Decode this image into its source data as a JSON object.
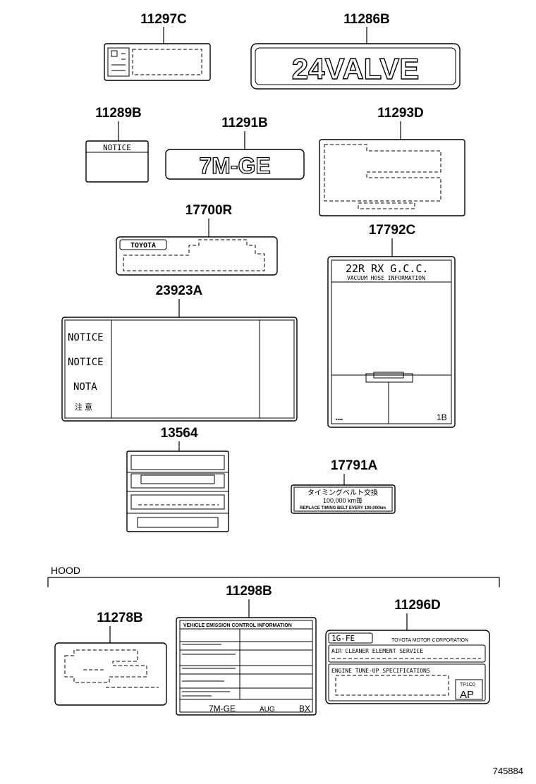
{
  "parts": {
    "p11297c": "11297C",
    "p11286b": "11286B",
    "p11289b": "11289B",
    "p11291b": "11291B",
    "p11293d": "11293D",
    "p17700r": "17700R",
    "p17792c": "17792C",
    "p23923a": "23923A",
    "p13564": "13564",
    "p17791a": "17791A",
    "p11298b": "11298B",
    "p11278b": "11278B",
    "p11296d": "11296D"
  },
  "labels": {
    "valve_badge": "24VALVE",
    "notice_small": "NOTICE",
    "engine_badge": "7M-GE",
    "toyota_logo": "TOYOTA",
    "vacuum_title": "22R RX G.C.C.",
    "vacuum_subtitle": "VACUUM HOSE INFORMATION",
    "vacuum_code": "1B",
    "notice_1": "NOTICE",
    "notice_2": "NOTICE",
    "nota": "NOTA",
    "notice_jp": "注 意",
    "timing_belt_jp": "タイミングベルト交換",
    "timing_belt_km": "100,000 km毎",
    "timing_belt_en": "REPLACE TIMING BELT EVERY 100,000km",
    "emission_title": "VEHICLE EMISSION CONTROL INFORMATION",
    "emission_engine": "7M-GE",
    "emission_aug": "AUG",
    "emission_bx": "BX",
    "engine_code": "1G-FE",
    "toyota_corp": "TOYOTA MOTOR CORPORATION",
    "air_cleaner": "AIR CLEANER ELEMENT SERVICE",
    "tune_up": "ENGINE TUNE-UP SPECIFICATIONS",
    "ap_code": "AP"
  },
  "hood_label": "HOOD",
  "diagram_number": "745884"
}
